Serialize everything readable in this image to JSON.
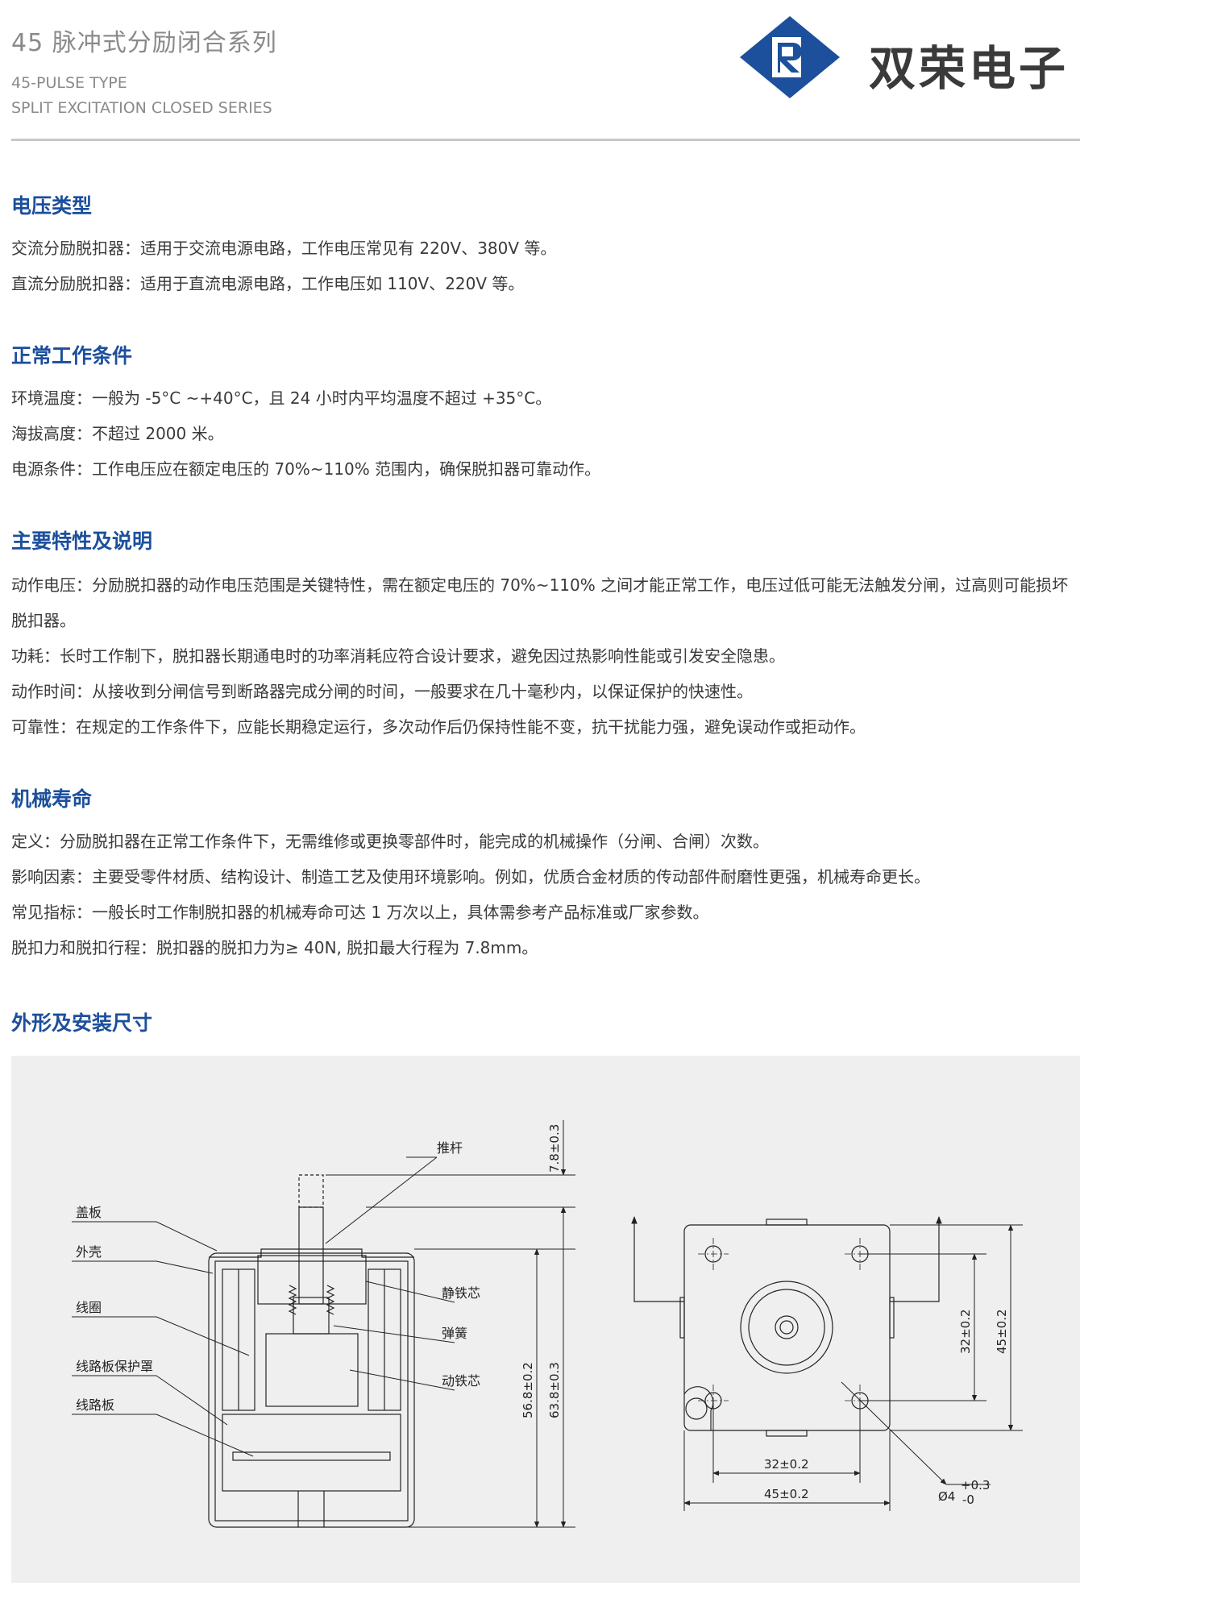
{
  "header": {
    "series_title": "45 脉冲式分励闭合系列",
    "series_en_line1": "45-PULSE TYPE",
    "series_en_line2": "SPLIT EXCITATION CLOSED SERIES",
    "brand_name": "双荣电子",
    "brand_colors": {
      "mark": "#1c4f9c",
      "text": "#3a3a3a"
    }
  },
  "sections": {
    "voltage": {
      "title": "电压类型",
      "lines": [
        "交流分励脱扣器：适用于交流电源电路，工作电压常见有 220V、380V 等。",
        "直流分励脱扣器：适用于直流电源电路，工作电压如 110V、220V 等。"
      ]
    },
    "conditions": {
      "title": "正常工作条件",
      "lines": [
        "环境温度：一般为 -5°C ~+40°C，且 24 小时内平均温度不超过 +35°C。",
        "海拔高度：不超过 2000 米。",
        "电源条件：工作电压应在额定电压的 70%~110% 范围内，确保脱扣器可靠动作。"
      ]
    },
    "features": {
      "title": "主要特性及说明",
      "lines": [
        "动作电压：分励脱扣器的动作电压范围是关键特性，需在额定电压的 70%~110% 之间才能正常工作，电压过低可能无法触发分闸，过高则可能损坏脱扣器。",
        "功耗：长时工作制下，脱扣器长期通电时的功率消耗应符合设计要求，避免因过热影响性能或引发安全隐患。",
        "动作时间：从接收到分闸信号到断路器完成分闸的时间，一般要求在几十毫秒内，以保证保护的快速性。",
        "可靠性：在规定的工作条件下，应能长期稳定运行，多次动作后仍保持性能不变，抗干扰能力强，避免误动作或拒动作。"
      ]
    },
    "life": {
      "title": "机械寿命",
      "lines": [
        "定义：分励脱扣器在正常工作条件下，无需维修或更换零部件时，能完成的机械操作（分闸、合闸）次数。",
        "影响因素：主要受零件材质、结构设计、制造工艺及使用环境影响。例如，优质合金材质的传动部件耐磨性更强，机械寿命更长。",
        "常见指标：一般长时工作制脱扣器的机械寿命可达 1 万次以上，具体需参考产品标准或厂家参数。",
        "脱扣力和脱扣行程：脱扣器的脱扣力为≥ 40N, 脱扣最大行程为 7.8mm。"
      ]
    },
    "dimensions": {
      "title": "外形及安装尺寸"
    }
  },
  "drawing": {
    "labels": {
      "push_rod": "推杆",
      "cover": "盖板",
      "shell": "外壳",
      "coil": "线圈",
      "pcb_cover": "线路板保护罩",
      "pcb": "线路板",
      "static_core": "静铁芯",
      "spring": "弹簧",
      "moving_core": "动铁芯"
    },
    "dims": {
      "stroke": "7.8±0.3",
      "body_height": "56.8±0.2",
      "total_height": "63.8±0.3",
      "hole_pitch_v": "32±0.2",
      "width_v": "45±0.2",
      "hole_pitch_h": "32±0.2",
      "width_h": "45±0.2",
      "hole_dia": "Ø4",
      "tol_plus": "+0.3",
      "tol_minus": "-0"
    }
  }
}
